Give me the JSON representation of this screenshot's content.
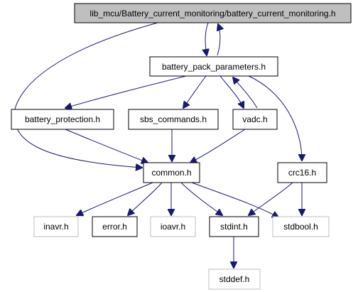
{
  "graph": {
    "nodes": {
      "root": {
        "label": "lib_mcu/Battery_current_monitoring/battery_current_monitoring.h",
        "style": "root"
      },
      "params": {
        "label": "battery_pack_parameters.h",
        "style": "documented"
      },
      "protection": {
        "label": "battery_protection.h",
        "style": "documented"
      },
      "sbs": {
        "label": "sbs_commands.h",
        "style": "documented"
      },
      "vadc": {
        "label": "vadc.h",
        "style": "documented"
      },
      "common": {
        "label": "common.h",
        "style": "documented"
      },
      "crc16": {
        "label": "crc16.h",
        "style": "documented"
      },
      "inavr": {
        "label": "inavr.h",
        "style": "external"
      },
      "error": {
        "label": "error.h",
        "style": "documented"
      },
      "ioavr": {
        "label": "ioavr.h",
        "style": "external"
      },
      "stdint": {
        "label": "stdint.h",
        "style": "documented"
      },
      "stdbool": {
        "label": "stdbool.h",
        "style": "external"
      },
      "stddef": {
        "label": "stddef.h",
        "style": "external"
      }
    },
    "colors": {
      "root_fill": "#bfbfbf",
      "root_border": "#000000",
      "documented_fill": "#ffffff",
      "documented_border": "#000000",
      "external_fill": "#ffffff",
      "external_border": "#bfbfbf",
      "edge": "#191970",
      "text": "#000000"
    }
  }
}
